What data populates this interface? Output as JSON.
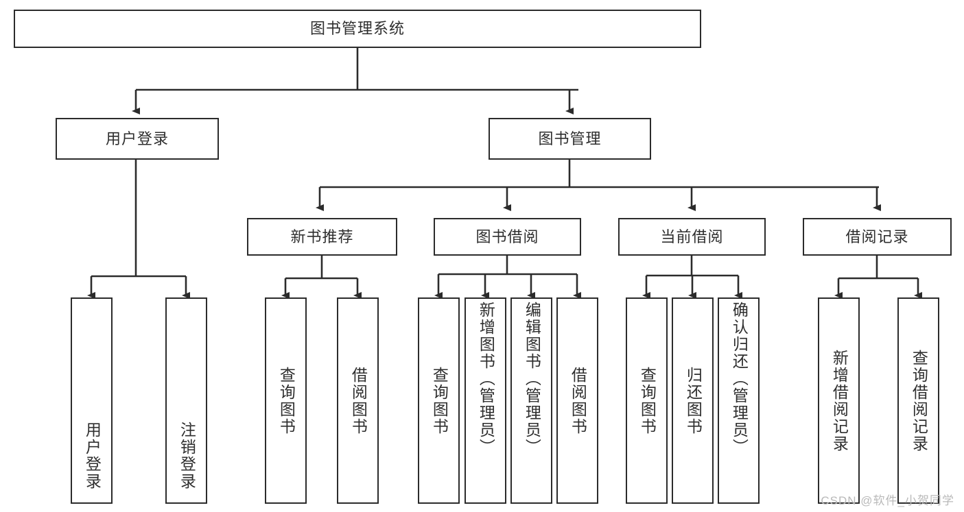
{
  "diagram": {
    "title": "图书管理系统",
    "type": "tree",
    "colors": {
      "stroke": "#2b2b2b",
      "text": "#2e2e2e",
      "background": "#ffffff",
      "watermark": "#b9b9b9"
    },
    "root": {
      "label": "图书管理系统"
    },
    "level2": [
      {
        "label": "用户登录"
      },
      {
        "label": "图书管理"
      }
    ],
    "level3": [
      {
        "label": "新书推荐"
      },
      {
        "label": "图书借阅"
      },
      {
        "label": "当前借阅"
      },
      {
        "label": "借阅记录"
      }
    ],
    "leaves": [
      {
        "label": "用户登录",
        "parent": "用户登录"
      },
      {
        "label": "注销登录",
        "parent": "用户登录"
      },
      {
        "label": "查询图书",
        "parent": "新书推荐"
      },
      {
        "label": "借阅图书",
        "parent": "新书推荐"
      },
      {
        "label": "查询图书",
        "parent": "图书借阅"
      },
      {
        "label": "新增图书（管理员）",
        "parent": "图书借阅"
      },
      {
        "label": "编辑图书（管理员）",
        "parent": "图书借阅"
      },
      {
        "label": "借阅图书",
        "parent": "图书借阅"
      },
      {
        "label": "查询图书",
        "parent": "当前借阅"
      },
      {
        "label": "归还图书",
        "parent": "当前借阅"
      },
      {
        "label": "确认归还（管理员）",
        "parent": "当前借阅"
      },
      {
        "label": "新增借阅记录",
        "parent": "借阅记录"
      },
      {
        "label": "查询借阅记录",
        "parent": "借阅记录"
      }
    ]
  },
  "watermark": {
    "text": "CSDN @软件_小贺同学"
  }
}
